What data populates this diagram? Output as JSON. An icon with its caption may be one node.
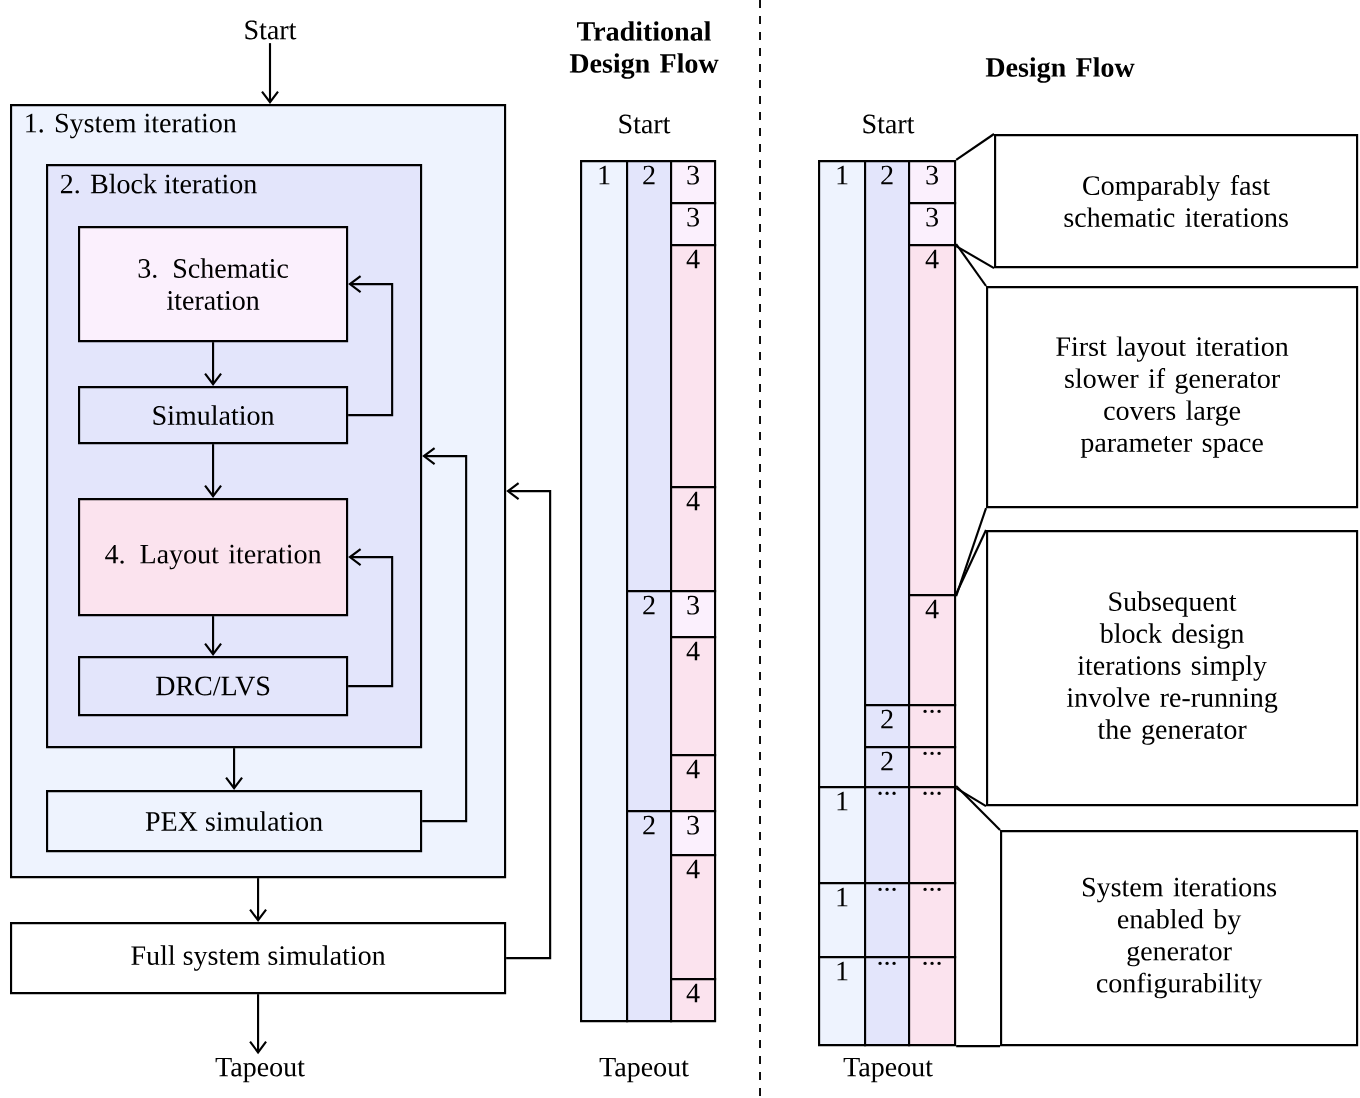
{
  "diagram": {
    "nodes": [
      {
        "text": [
          "Start"
        ]
      },
      {
        "text": [
          "1. System iteration"
        ]
      },
      {
        "text": [
          "2. Block iteration"
        ],
        "in": 1
      },
      {
        "text": [
          "3. Schematic iteration"
        ],
        "in": 2
      },
      {
        "text": [
          "Simulation"
        ],
        "in": 2
      },
      {
        "text": [
          "4. Layout iteration"
        ],
        "in": 2
      },
      {
        "text": [
          "DRC/LVS"
        ],
        "in": 2
      },
      {
        "text": [
          "PEX simulation"
        ],
        "in": 1
      },
      {
        "text": [
          "Full system simulation"
        ]
      },
      {
        "text": [
          "Tapeout"
        ]
      },
      {
        "text": [
          "1"
        ]
      },
      {
        "text": [
          "2"
        ]
      },
      {
        "text": [
          "2"
        ]
      },
      {
        "text": [
          "2"
        ]
      },
      {
        "text": [
          "3"
        ]
      },
      {
        "text": [
          "3"
        ]
      },
      {
        "text": [
          "4"
        ]
      },
      {
        "text": [
          "4"
        ]
      },
      {
        "text": [
          "3"
        ]
      },
      {
        "text": [
          "4"
        ]
      },
      {
        "text": [
          "4"
        ]
      },
      {
        "text": [
          "3"
        ]
      },
      {
        "text": [
          "4"
        ]
      },
      {
        "text": [
          "4"
        ]
      },
      {
        "text": [
          "1"
        ]
      },
      {
        "text": [
          "1"
        ]
      },
      {
        "text": [
          "1"
        ]
      },
      {
        "text": [
          "1"
        ]
      },
      {
        "text": [
          "2"
        ]
      },
      {
        "text": [
          "2"
        ]
      },
      {
        "text": [
          "2"
        ]
      },
      {
        "text": [
          "..."
        ]
      },
      {
        "text": [
          "..."
        ]
      },
      {
        "text": [
          "..."
        ]
      },
      {
        "text": [
          "3"
        ]
      },
      {
        "text": [
          "3"
        ]
      },
      {
        "text": [
          "4"
        ]
      },
      {
        "text": [
          "4"
        ]
      },
      {
        "text": [
          "..."
        ]
      },
      {
        "text": [
          "..."
        ]
      },
      {
        "text": [
          "..."
        ]
      },
      {
        "text": [
          "..."
        ]
      },
      {
        "text": [
          "..."
        ]
      },
      {
        "text": [
          "Comparably fast schematic iterations"
        ]
      },
      {
        "text": [
          "First layout iteration slower if generator covers large parameter space"
        ]
      },
      {
        "text": [
          "Subsequent block design iterations simply involve re-running the generator"
        ]
      },
      {
        "text": [
          "System iterations enabled by generator configurability"
        ]
      }
    ],
    "edges": [
      {
        "from": 0,
        "to": 1,
        "arrow": "to"
      },
      {
        "from": 3,
        "to": 4,
        "arrow": "to"
      },
      {
        "from": 4,
        "to": 3,
        "arrow": "to"
      },
      {
        "from": 4,
        "to": 5,
        "arrow": "to"
      },
      {
        "from": 5,
        "to": 6,
        "arrow": "to"
      },
      {
        "from": 6,
        "to": 5,
        "arrow": "to"
      },
      {
        "from": 2,
        "to": 7,
        "arrow": "to"
      },
      {
        "from": 7,
        "to": 2,
        "arrow": "to"
      },
      {
        "from": 1,
        "to": 8,
        "arrow": "to"
      },
      {
        "from": 8,
        "to": 1,
        "arrow": "to"
      },
      {
        "from": 8,
        "to": 9,
        "arrow": "to"
      },
      {
        "from": 43,
        "to": 34,
        "arrow": "none"
      },
      {
        "from": 43,
        "to": 35,
        "arrow": "none"
      },
      {
        "from": 44,
        "to": 36,
        "arrow": "none"
      },
      {
        "from": 44,
        "to": 36,
        "arrow": "none"
      },
      {
        "from": 45,
        "to": 37,
        "arrow": "none"
      },
      {
        "from": 45,
        "to": 39,
        "arrow": "none"
      },
      {
        "from": 46,
        "to": 40,
        "arrow": "none"
      },
      {
        "from": 46,
        "to": 42,
        "arrow": "none"
      }
    ],
    "labels": [
      "Traditional Design Flow",
      "Design Flow",
      "Start",
      "Tapeout",
      "Start",
      "Tapeout"
    ]
  }
}
